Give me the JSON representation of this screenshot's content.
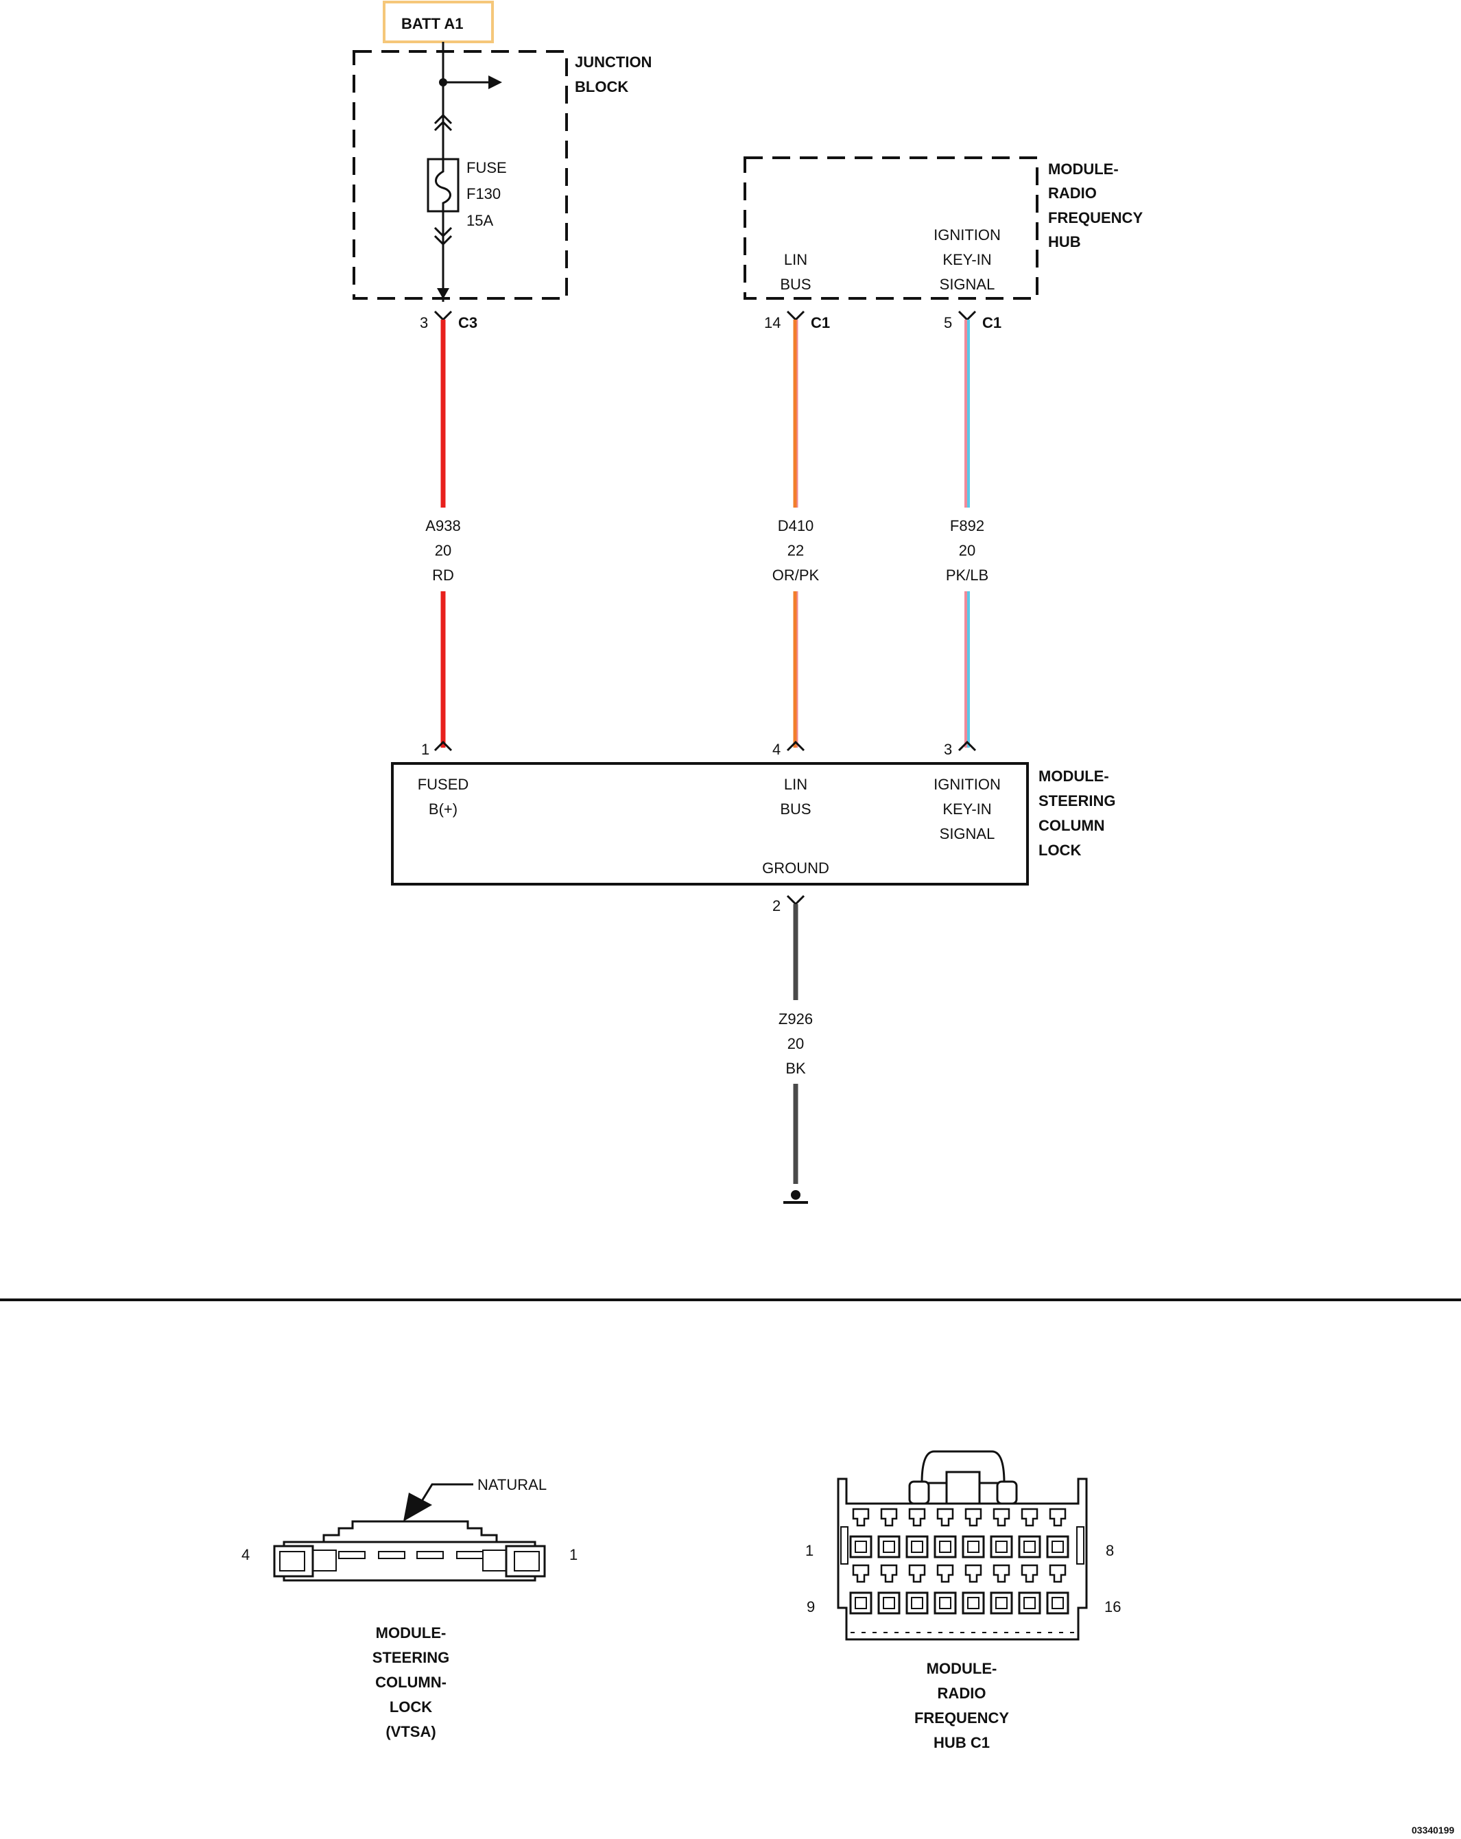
{
  "power_source": {
    "label": "BATT A1"
  },
  "junction_block": {
    "label_line1": "JUNCTION",
    "label_line2": "BLOCK",
    "fuse": {
      "label": "FUSE",
      "id": "F130",
      "rating": "15A"
    },
    "connector": {
      "pin": "3",
      "name": "C3"
    }
  },
  "rf_hub": {
    "label_line1": "MODULE-",
    "label_line2": "RADIO",
    "label_line3": "FREQUENCY",
    "label_line4": "HUB",
    "lin_line1": "LIN",
    "lin_line2": "BUS",
    "ign_line1": "IGNITION",
    "ign_line2": "KEY-IN",
    "ign_line3": "SIGNAL",
    "lin_connector": {
      "pin": "14",
      "name": "C1"
    },
    "ign_connector": {
      "pin": "5",
      "name": "C1"
    }
  },
  "wires": [
    {
      "circuit": "A938",
      "gauge": "20",
      "color": "RD",
      "hex": "#e8201c"
    },
    {
      "circuit": "D410",
      "gauge": "22",
      "color": "OR/PK",
      "hex": "#f27d2a",
      "stripe": "#f08a9a"
    },
    {
      "circuit": "F892",
      "gauge": "20",
      "color": "PK/LB",
      "hex": "#f08a9a",
      "stripe": "#5ac8e8"
    },
    {
      "circuit": "Z926",
      "gauge": "20",
      "color": "BK",
      "hex": "#4a4a4a"
    }
  ],
  "scl": {
    "label_line1": "MODULE-",
    "label_line2": "STEERING",
    "label_line3": "COLUMN",
    "label_line4": "LOCK",
    "fused_line1": "FUSED",
    "fused_line2": "B(+)",
    "lin_line1": "LIN",
    "lin_line2": "BUS",
    "ign_line1": "IGNITION",
    "ign_line2": "KEY-IN",
    "ign_line3": "SIGNAL",
    "ground": "GROUND",
    "pin_fused": "1",
    "pin_lin": "4",
    "pin_ign": "3",
    "pin_ground": "2"
  },
  "scl_connector_view": {
    "color_callout": "NATURAL",
    "pin_left": "4",
    "pin_right": "1",
    "caption_line1": "MODULE-",
    "caption_line2": "STEERING",
    "caption_line3": "COLUMN-",
    "caption_line4": "LOCK",
    "caption_line5": "(VTSA)"
  },
  "rf_hub_connector_view": {
    "pin_top_left": "1",
    "pin_top_right": "8",
    "pin_bottom_left": "9",
    "pin_bottom_right": "16",
    "caption_line1": "MODULE-",
    "caption_line2": "RADIO",
    "caption_line3": "FREQUENCY",
    "caption_line4": "HUB C1"
  },
  "figure_id": "03340199"
}
